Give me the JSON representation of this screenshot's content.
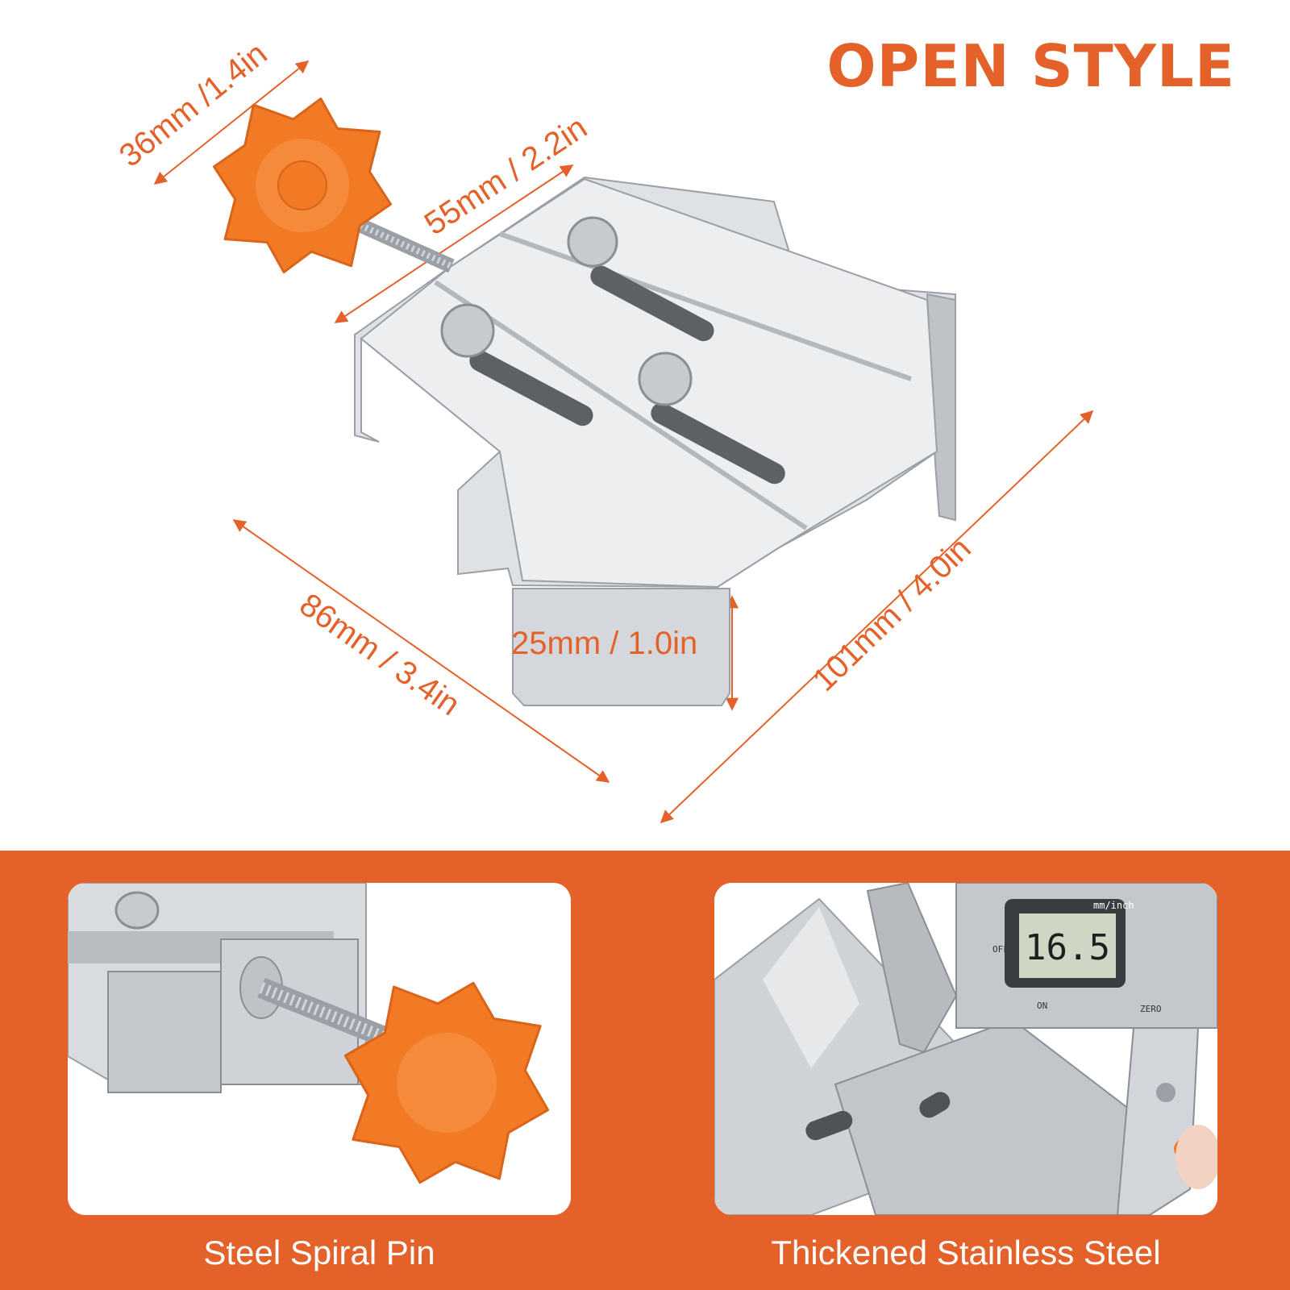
{
  "title": "OPEN STYLE",
  "dimensions": {
    "knob": "36mm /1.4in",
    "screw": "55mm / 2.2in",
    "length": "86mm / 3.4in",
    "height": "25mm / 1.0in",
    "width": "101mm / 4.0in"
  },
  "features": [
    {
      "caption": "Steel Spiral Pin"
    },
    {
      "caption": "Thickened Stainless Steel"
    }
  ],
  "caliper": {
    "reading": "16.5",
    "unit_label": "mm/inch",
    "off_label": "OFF",
    "on_label": "ON",
    "zero_label": "ZERO"
  },
  "colors": {
    "accent": "#e4622a",
    "knob": "#f37a25",
    "steel": "#c9ccd0"
  }
}
